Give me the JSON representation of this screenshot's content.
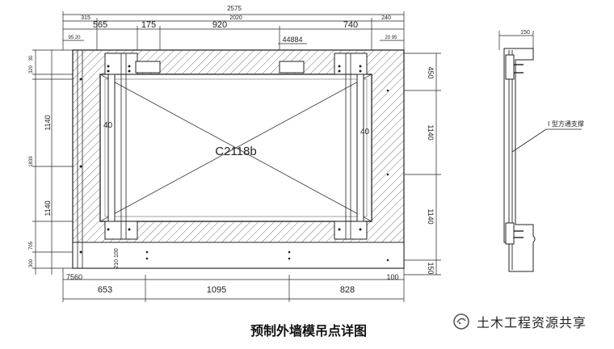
{
  "drawing": {
    "panel_id": "C2118b",
    "caption": "预制外墙模吊点详图",
    "watermark": "土木工程资源共享",
    "support_label": "I 型方通支撑",
    "top_dims": {
      "overall": "2575",
      "row2": [
        "315",
        "2020",
        "240"
      ],
      "row3": [
        "565",
        "175",
        "920",
        "740"
      ],
      "small_left": "95 20",
      "small_right": "20 95",
      "center_small": "44884"
    },
    "bottom_dims": {
      "row1": [
        "653",
        "1095",
        "828"
      ],
      "left_small": "7560",
      "right_small": "100"
    },
    "left_dims": {
      "top": [
        "30",
        "320"
      ],
      "mid": [
        "1140",
        "1839",
        "1140"
      ],
      "low": [
        "705",
        "300"
      ],
      "inner_small": "210 100"
    },
    "right_dims": [
      "450",
      "1140",
      "1140",
      "150"
    ],
    "interior_marks": [
      "40",
      "40"
    ],
    "side_view_dim": "150"
  }
}
